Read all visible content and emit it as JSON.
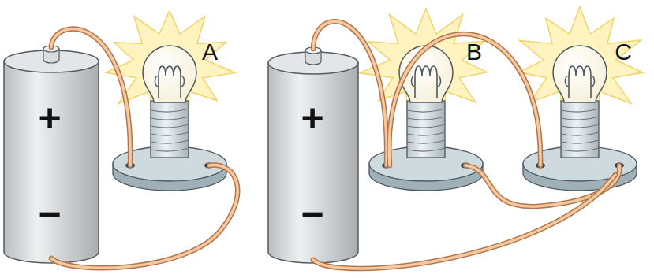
{
  "diagram": {
    "labels": [
      "+",
      "−",
      "A",
      "B",
      "C",
      "+",
      "−"
    ]
  }
}
